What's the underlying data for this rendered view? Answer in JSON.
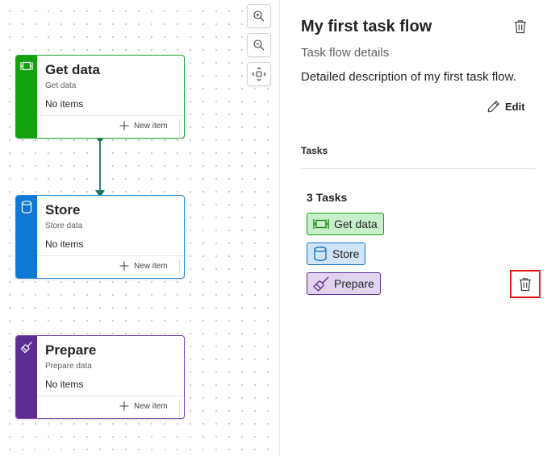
{
  "canvas": {
    "zoom_controls": [
      "zoom-in-icon",
      "zoom-out-icon",
      "fit-to-view-icon"
    ],
    "cards": [
      {
        "title": "Get data",
        "subtitle": "Get data",
        "items": "No items",
        "new_item": "New item",
        "icon": "get-data-icon",
        "color": "#13a10e"
      },
      {
        "title": "Store",
        "subtitle": "Store data",
        "items": "No items",
        "new_item": "New item",
        "icon": "database-icon",
        "color": "#0f78d4"
      },
      {
        "title": "Prepare",
        "subtitle": "Prepare data",
        "items": "No items",
        "new_item": "New item",
        "icon": "broom-icon",
        "color": "#5c2d91"
      }
    ],
    "connector_color": "#1a7364"
  },
  "panel": {
    "title": "My first task flow",
    "subheading": "Task flow details",
    "description": "Detailed description of my first task flow.",
    "edit_label": "Edit",
    "tasks_heading": "Tasks",
    "tasks_count": "3 Tasks",
    "tasks": [
      {
        "label": "Get data",
        "icon": "get-data-icon",
        "color": "#13a10e"
      },
      {
        "label": "Store",
        "icon": "database-icon",
        "color": "#0f78d4"
      },
      {
        "label": "Prepare",
        "icon": "broom-icon",
        "color": "#5c2d91"
      }
    ],
    "highlight_color": "#e01b1b"
  }
}
